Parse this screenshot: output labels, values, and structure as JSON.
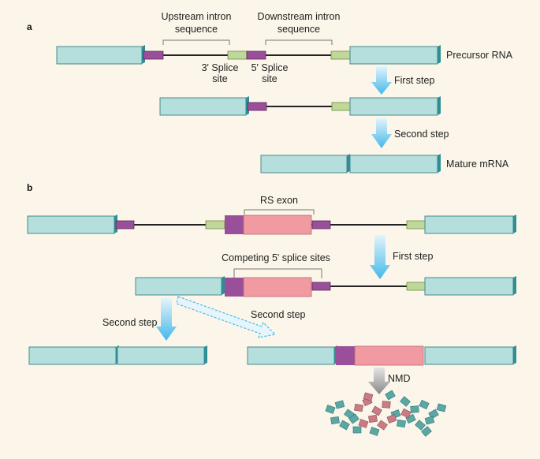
{
  "panel_a": {
    "label": "a",
    "upstream_intron": [
      "Upstream intron",
      "sequence"
    ],
    "downstream_intron": [
      "Downstream intron",
      "sequence"
    ],
    "splice3": [
      "3' Splice",
      "site"
    ],
    "splice5": [
      "5' Splice",
      "site"
    ],
    "precursor": "Precursor RNA",
    "first_step": "First step",
    "second_step": "Second step",
    "mature": "Mature mRNA"
  },
  "panel_b": {
    "label": "b",
    "rs_exon": "RS exon",
    "competing": "Competing 5' splice sites",
    "first_step": "First step",
    "second_step_left": "Second step",
    "second_step_right": "Second step",
    "nmd": "NMD"
  },
  "colors": {
    "exon": "#b4dfdd",
    "exon_edge": "#2d8f95",
    "purple": "#9a4f9a",
    "green": "#bfd89a",
    "pink": "#f29aa2",
    "arrow_blue": "#5cc3ec",
    "nmd_gray": "#a6a6a6",
    "fragment_teal": "#5aa8a6",
    "fragment_pink": "#c97c86",
    "background": "#fbf6e9"
  }
}
